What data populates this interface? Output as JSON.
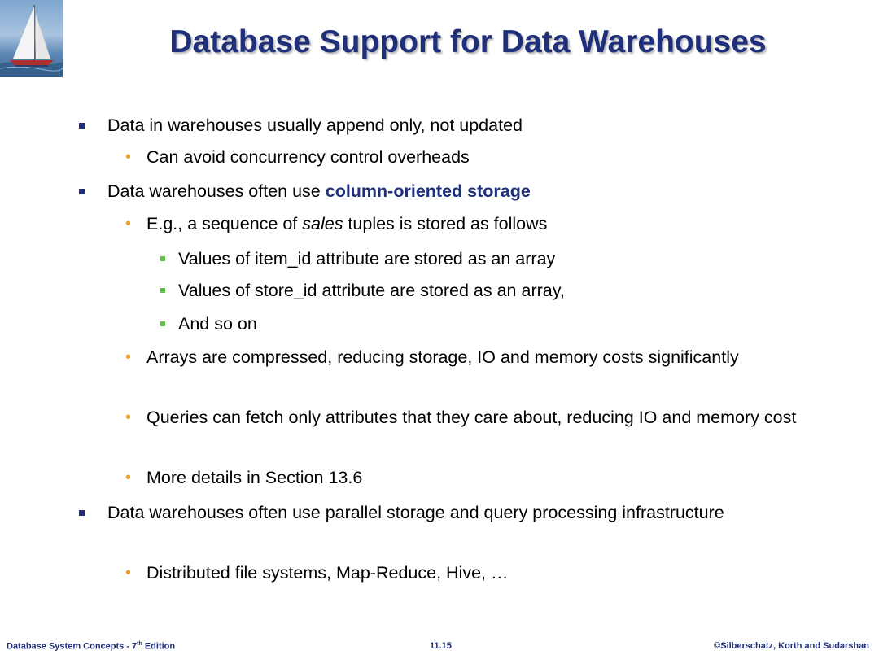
{
  "slide": {
    "title": "Database Support for Data Warehouses"
  },
  "bullets": [
    {
      "id": "b1",
      "text": "Data in warehouses usually append only, not updated"
    },
    {
      "id": "b1_1",
      "text": "Can avoid concurrency control overheads"
    },
    {
      "id": "b2",
      "pre": "Data warehouses often use ",
      "highlight": "column-oriented storage"
    },
    {
      "id": "b2_1",
      "pre": "E.g., a sequence of ",
      "em": "sales",
      "post": " tuples is stored as follows"
    },
    {
      "id": "b2_1_1",
      "text": "Values of item_id attribute are stored as an array"
    },
    {
      "id": "b2_1_2",
      "text": "Values of store_id attribute are stored as an array,"
    },
    {
      "id": "b2_1_3",
      "text": "And so on"
    },
    {
      "id": "b2_2",
      "text": "Arrays are compressed, reducing storage, IO and memory costs significantly"
    },
    {
      "id": "b2_3",
      "text": "Queries can fetch only attributes that they care about, reducing IO and memory cost"
    },
    {
      "id": "b2_4",
      "text": "More details in Section 13.6"
    },
    {
      "id": "b3",
      "text": "Data warehouses often use parallel storage and query processing infrastructure"
    },
    {
      "id": "b3_1",
      "text": "Distributed file systems, Map-Reduce, Hive, …"
    }
  ],
  "footer": {
    "left_pre": "Database System Concepts - 7",
    "left_sup": "th",
    "left_post": " Edition",
    "center": "11.15",
    "right": "©Silberschatz, Korth and Sudarshan"
  },
  "colors": {
    "title": "#1f2f7a",
    "level1_bullet": "#1f2f7a",
    "level2_bullet": "#f4a21d",
    "level3_bullet": "#5ac446",
    "highlight": "#1f2f7a"
  },
  "icons": {
    "logo": "sailboat-logo-icon"
  }
}
